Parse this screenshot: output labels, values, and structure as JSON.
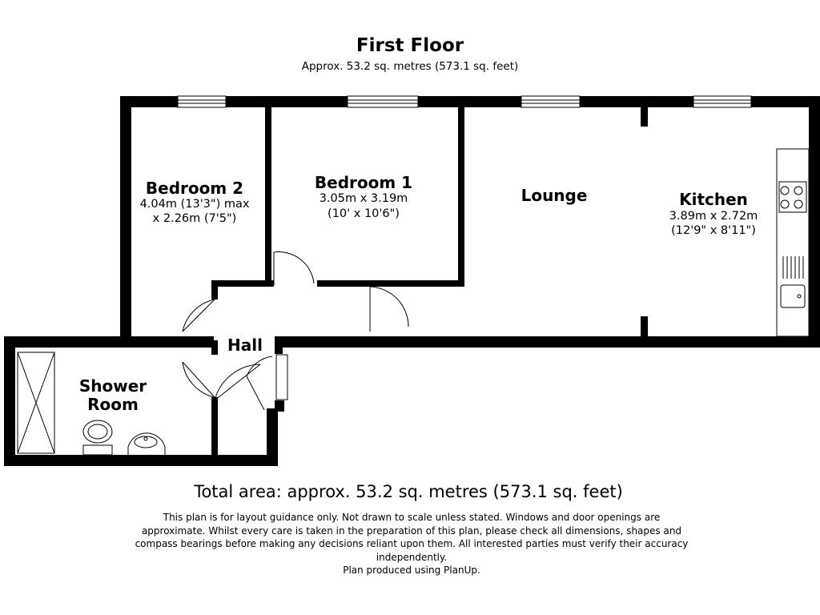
{
  "header": {
    "title": "First Floor",
    "area": "Approx. 53.2 sq. metres (573.1 sq. feet)"
  },
  "rooms": {
    "bedroom2": {
      "name": "Bedroom 2",
      "dim1": "4.04m (13'3\") max",
      "dim2": "x 2.26m (7'5\")"
    },
    "bedroom1": {
      "name": "Bedroom 1",
      "dim1": "3.05m x 3.19m",
      "dim2": "(10' x 10'6\")"
    },
    "lounge": {
      "name": "Lounge"
    },
    "kitchen": {
      "name": "Kitchen",
      "dim1": "3.89m x 2.72m",
      "dim2": "(12'9\" x 8'11\")"
    },
    "hall": {
      "name": "Hall"
    },
    "shower": {
      "name_line1": "Shower",
      "name_line2": "Room"
    }
  },
  "footer": {
    "total_area": "Total area: approx. 53.2 sq. metres (573.1 sq. feet)",
    "disclaimer_line1": "This plan is for layout guidance only. Not drawn to scale unless stated. Windows and door openings are",
    "disclaimer_line2": "approximate. Whilst every care is taken in the preparation of this plan, please check all dimensions, shapes and",
    "disclaimer_line3": "compass bearings before making any decisions reliant upon them. All interested parties must verify their accuracy",
    "disclaimer_line4": "independently.",
    "disclaimer_line5": "Plan produced using PlanUp."
  }
}
